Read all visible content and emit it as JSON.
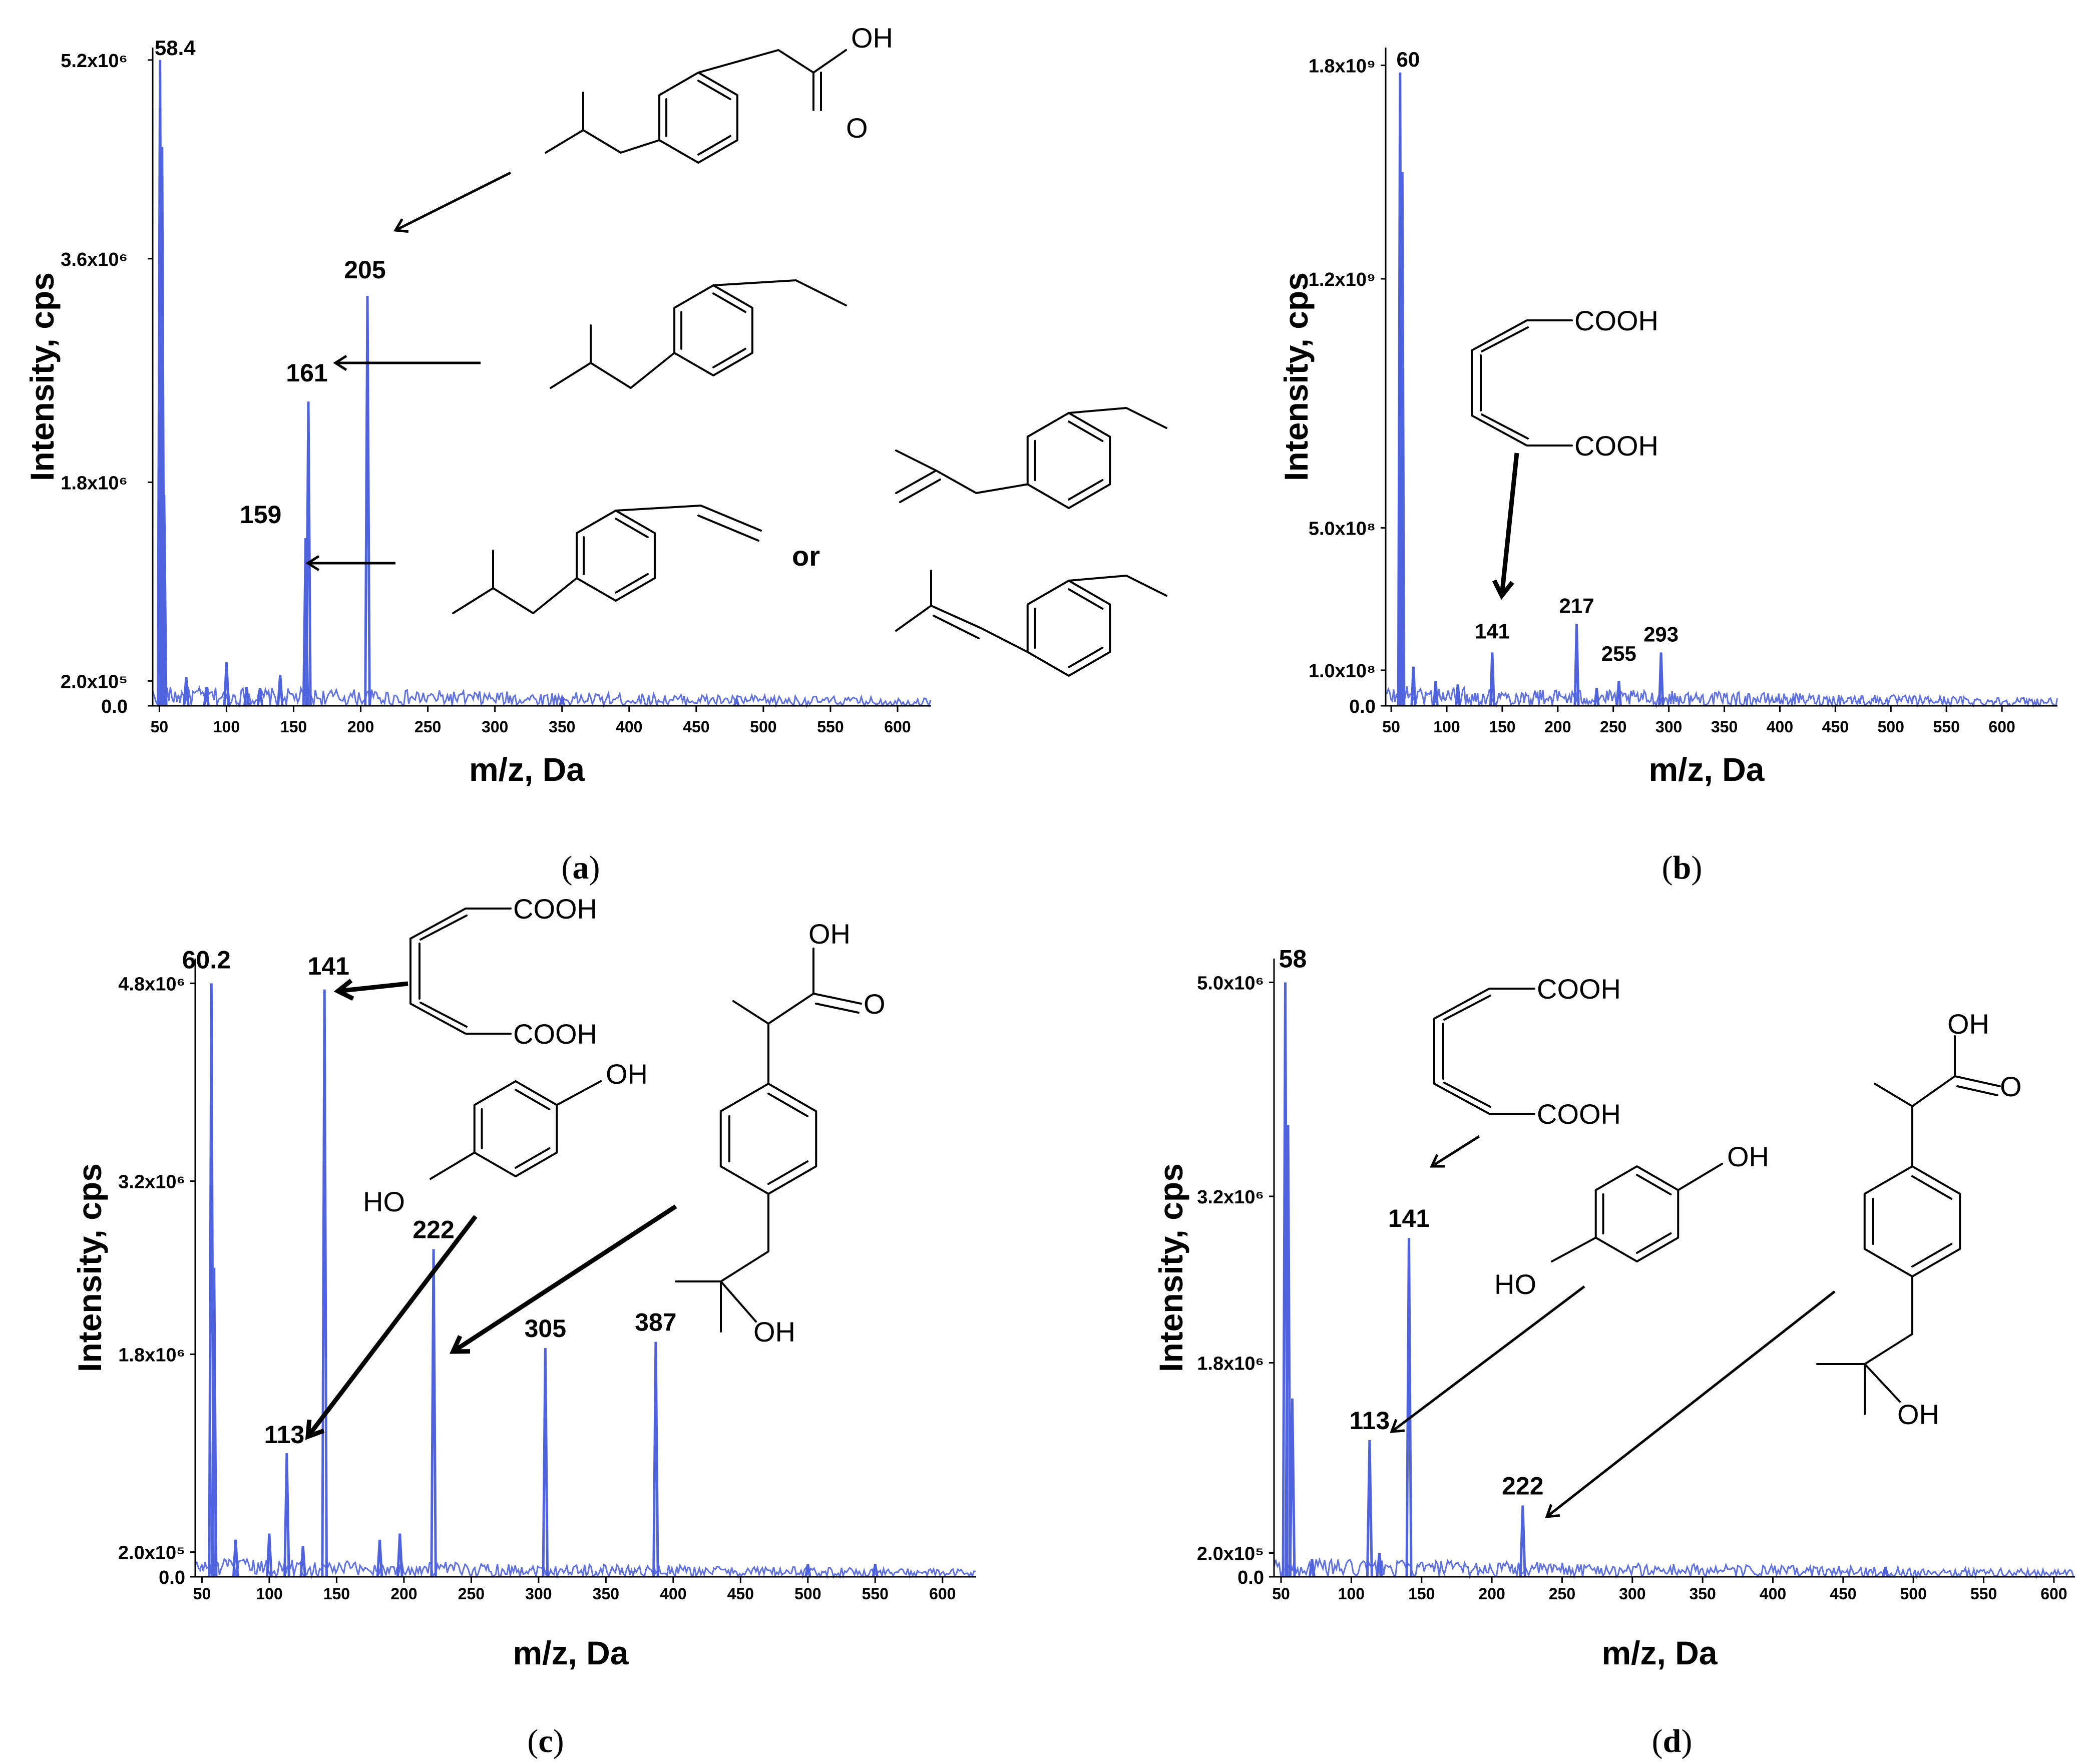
{
  "chart_data": [
    {
      "id": "a",
      "type": "line",
      "caption": "a",
      "xlabel": "m/z, Da",
      "ylabel": "Intensity, cps",
      "xlim": [
        45,
        625
      ],
      "xticks": [
        50,
        100,
        150,
        200,
        250,
        300,
        350,
        400,
        450,
        500,
        550,
        600
      ],
      "yticks": [
        {
          "label": "0.0",
          "value": 0
        },
        {
          "label": "2.0x10⁵",
          "value": 200000
        },
        {
          "label": "1.8x10⁶",
          "value": 1800000
        },
        {
          "label": "3.6x10⁶",
          "value": 3600000
        },
        {
          "label": "5.2x10⁶",
          "value": 5200000
        }
      ],
      "ylim": [
        0,
        5300000
      ],
      "peaks": [
        {
          "x": 50.5,
          "y": 5200000,
          "label": "58.4"
        },
        {
          "x": 52,
          "y": 4500000
        },
        {
          "x": 53.5,
          "y": 1700000
        },
        {
          "x": 70,
          "y": 230000
        },
        {
          "x": 85,
          "y": 150000
        },
        {
          "x": 100,
          "y": 350000
        },
        {
          "x": 115,
          "y": 150000
        },
        {
          "x": 125,
          "y": 140000
        },
        {
          "x": 140,
          "y": 250000
        },
        {
          "x": 159,
          "y": 1350000,
          "label": "159"
        },
        {
          "x": 161,
          "y": 2450000,
          "label": "161"
        },
        {
          "x": 205,
          "y": 3300000,
          "label": "205"
        },
        {
          "x": 350,
          "y": 60000
        },
        {
          "x": 480,
          "y": 50000
        }
      ],
      "structures": [
        "OH",
        "O",
        "or"
      ]
    },
    {
      "id": "b",
      "type": "line",
      "caption": "b",
      "xlabel": "m/z, Da",
      "ylabel": "Intensity, cps",
      "xlim": [
        45,
        650
      ],
      "xticks": [
        50,
        100,
        150,
        200,
        250,
        300,
        350,
        400,
        450,
        500,
        550,
        600
      ],
      "yticks": [
        {
          "label": "0.0",
          "value": 0
        },
        {
          "label": "1.0x10⁸",
          "value": 100000000
        },
        {
          "label": "5.0x10⁸",
          "value": 500000000
        },
        {
          "label": "1.2x10⁹",
          "value": 1200000000
        },
        {
          "label": "1.8x10⁹",
          "value": 1800000000
        }
      ],
      "ylim": [
        0,
        1850000000
      ],
      "peaks": [
        {
          "x": 58,
          "y": 1780000000,
          "label": "60"
        },
        {
          "x": 60,
          "y": 1500000000
        },
        {
          "x": 70,
          "y": 110000000
        },
        {
          "x": 90,
          "y": 70000000
        },
        {
          "x": 110,
          "y": 60000000
        },
        {
          "x": 141,
          "y": 150000000,
          "label": "141"
        },
        {
          "x": 217,
          "y": 230000000,
          "label": "217"
        },
        {
          "x": 235,
          "y": 50000000
        },
        {
          "x": 255,
          "y": 70000000,
          "label": "255"
        },
        {
          "x": 293,
          "y": 150000000,
          "label": "293"
        }
      ],
      "structures": [
        "COOH",
        "COOH"
      ]
    },
    {
      "id": "c",
      "type": "line",
      "caption": "c",
      "xlabel": "m/z, Da",
      "ylabel": "Intensity, cps",
      "xlim": [
        45,
        625
      ],
      "xticks": [
        50,
        100,
        150,
        200,
        250,
        300,
        350,
        400,
        450,
        500,
        550,
        600
      ],
      "yticks": [
        {
          "label": "0.0",
          "value": 0
        },
        {
          "label": "2.0x10⁵",
          "value": 200000
        },
        {
          "label": "1.8x10⁶",
          "value": 1800000
        },
        {
          "label": "3.2x10⁶",
          "value": 3200000
        },
        {
          "label": "4.8x10⁶",
          "value": 4800000
        }
      ],
      "ylim": [
        0,
        5000000
      ],
      "peaks": [
        {
          "x": 57,
          "y": 4800000,
          "label": "60.2"
        },
        {
          "x": 59,
          "y": 2500000
        },
        {
          "x": 75,
          "y": 300000
        },
        {
          "x": 100,
          "y": 350000
        },
        {
          "x": 113,
          "y": 1000000,
          "label": "113"
        },
        {
          "x": 125,
          "y": 250000
        },
        {
          "x": 141,
          "y": 4750000,
          "label": "141"
        },
        {
          "x": 182,
          "y": 300000
        },
        {
          "x": 197,
          "y": 350000
        },
        {
          "x": 222,
          "y": 2650000,
          "label": "222"
        },
        {
          "x": 305,
          "y": 1850000,
          "label": "305"
        },
        {
          "x": 387,
          "y": 1900000,
          "label": "387"
        },
        {
          "x": 500,
          "y": 100000
        },
        {
          "x": 550,
          "y": 100000
        }
      ],
      "structures": [
        "COOH",
        "COOH",
        "OH",
        "HO",
        "OH",
        "O",
        "OH"
      ]
    },
    {
      "id": "d",
      "type": "line",
      "caption": "d",
      "xlabel": "m/z, Da",
      "ylabel": "Intensity, cps",
      "xlim": [
        45,
        615
      ],
      "xticks": [
        50,
        100,
        150,
        200,
        250,
        300,
        350,
        400,
        450,
        500,
        550,
        600
      ],
      "yticks": [
        {
          "label": "0.0",
          "value": 0
        },
        {
          "label": "2.0x10⁵",
          "value": 200000
        },
        {
          "label": "1.8x10⁶",
          "value": 1800000
        },
        {
          "label": "3.2x10⁶",
          "value": 3200000
        },
        {
          "label": "5.0x10⁶",
          "value": 5000000
        }
      ],
      "ylim": [
        0,
        5200000
      ],
      "peaks": [
        {
          "x": 53,
          "y": 5000000,
          "label": "58"
        },
        {
          "x": 55,
          "y": 3800000
        },
        {
          "x": 58,
          "y": 1500000
        },
        {
          "x": 72,
          "y": 150000
        },
        {
          "x": 113,
          "y": 1150000,
          "label": "113"
        },
        {
          "x": 120,
          "y": 200000
        },
        {
          "x": 141,
          "y": 2850000,
          "label": "141"
        },
        {
          "x": 222,
          "y": 600000,
          "label": "222"
        },
        {
          "x": 480,
          "y": 80000
        }
      ],
      "structures": [
        "COOH",
        "COOH",
        "OH",
        "HO",
        "OH",
        "O",
        "OH"
      ]
    }
  ],
  "colors": {
    "spectrum": "#4f63df",
    "axis": "#000000"
  }
}
